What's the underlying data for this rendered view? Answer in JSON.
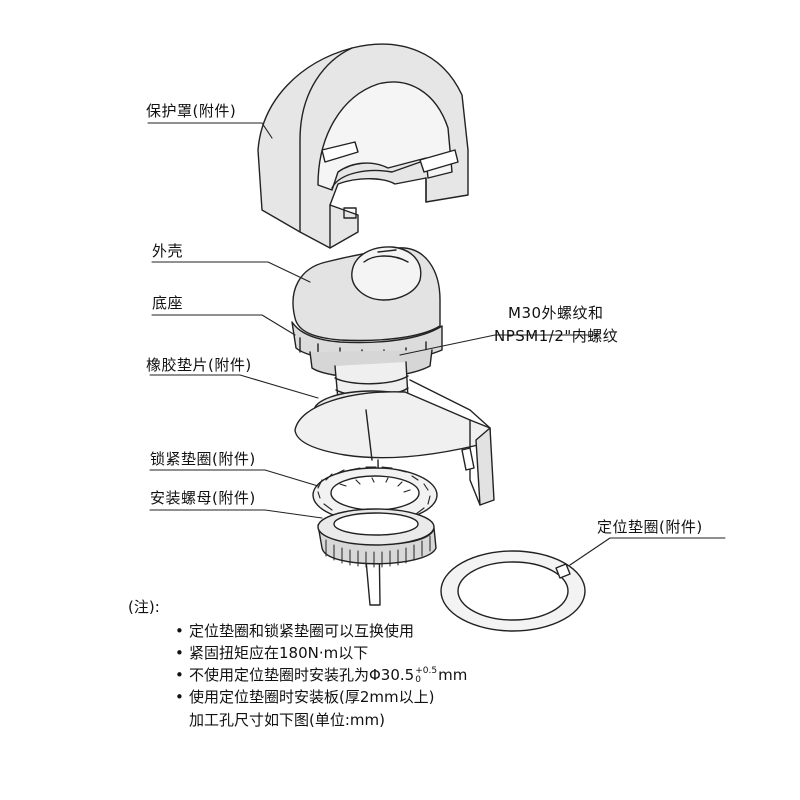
{
  "labels": {
    "cover": "保护罩(附件)",
    "housing": "外壳",
    "base": "底座",
    "thread_line1": "M30外螺纹和",
    "thread_line2": "NPSM1/2\"内螺纹",
    "rubber_gasket": "橡胶垫片(附件)",
    "lock_washer": "锁紧垫圈(附件)",
    "mounting_nut": "安装螺母(附件)",
    "positioning_ring": "定位垫圈(附件)"
  },
  "notes": {
    "header": "(注):",
    "items": [
      {
        "bullet": "•",
        "text": "定位垫圈和锁紧垫圈可以互换使用"
      },
      {
        "bullet": "•",
        "text": "紧固扭矩应在180N·m以下"
      },
      {
        "bullet": "•",
        "text": "不使用定位垫圈时安装孔为Φ30.5",
        "tol_upper": "+0.5",
        "tol_lower": "0",
        "unit": "mm"
      },
      {
        "bullet": "•",
        "text": "使用定位垫圈时安装板(厚2mm以上)"
      }
    ],
    "continuation": "加工孔尺寸如下图(单位:mm)"
  }
}
